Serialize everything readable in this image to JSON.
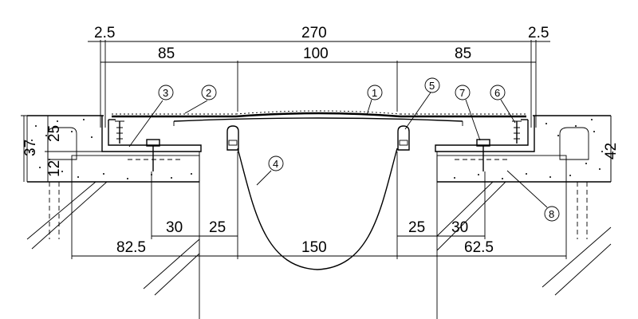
{
  "dimensions": {
    "top_total": "270",
    "edge_left": "2.5",
    "edge_right": "2.5",
    "seg_left": "85",
    "seg_center": "100",
    "seg_right": "85",
    "height_37": "37",
    "height_25": "25",
    "height_12": "12",
    "height_42": "42",
    "bottom_30_left": "30",
    "bottom_25_left": "25",
    "bottom_25_right": "25",
    "bottom_30_right": "30",
    "bottom_82_5": "82.5",
    "bottom_150": "150",
    "bottom_62_5": "62.5"
  },
  "callouts": [
    {
      "id": "c1",
      "label": "1"
    },
    {
      "id": "c2",
      "label": "2"
    },
    {
      "id": "c3",
      "label": "3"
    },
    {
      "id": "c4",
      "label": "4"
    },
    {
      "id": "c5",
      "label": "5"
    },
    {
      "id": "c6",
      "label": "6"
    },
    {
      "id": "c7",
      "label": "7"
    },
    {
      "id": "c8",
      "label": "8"
    }
  ]
}
